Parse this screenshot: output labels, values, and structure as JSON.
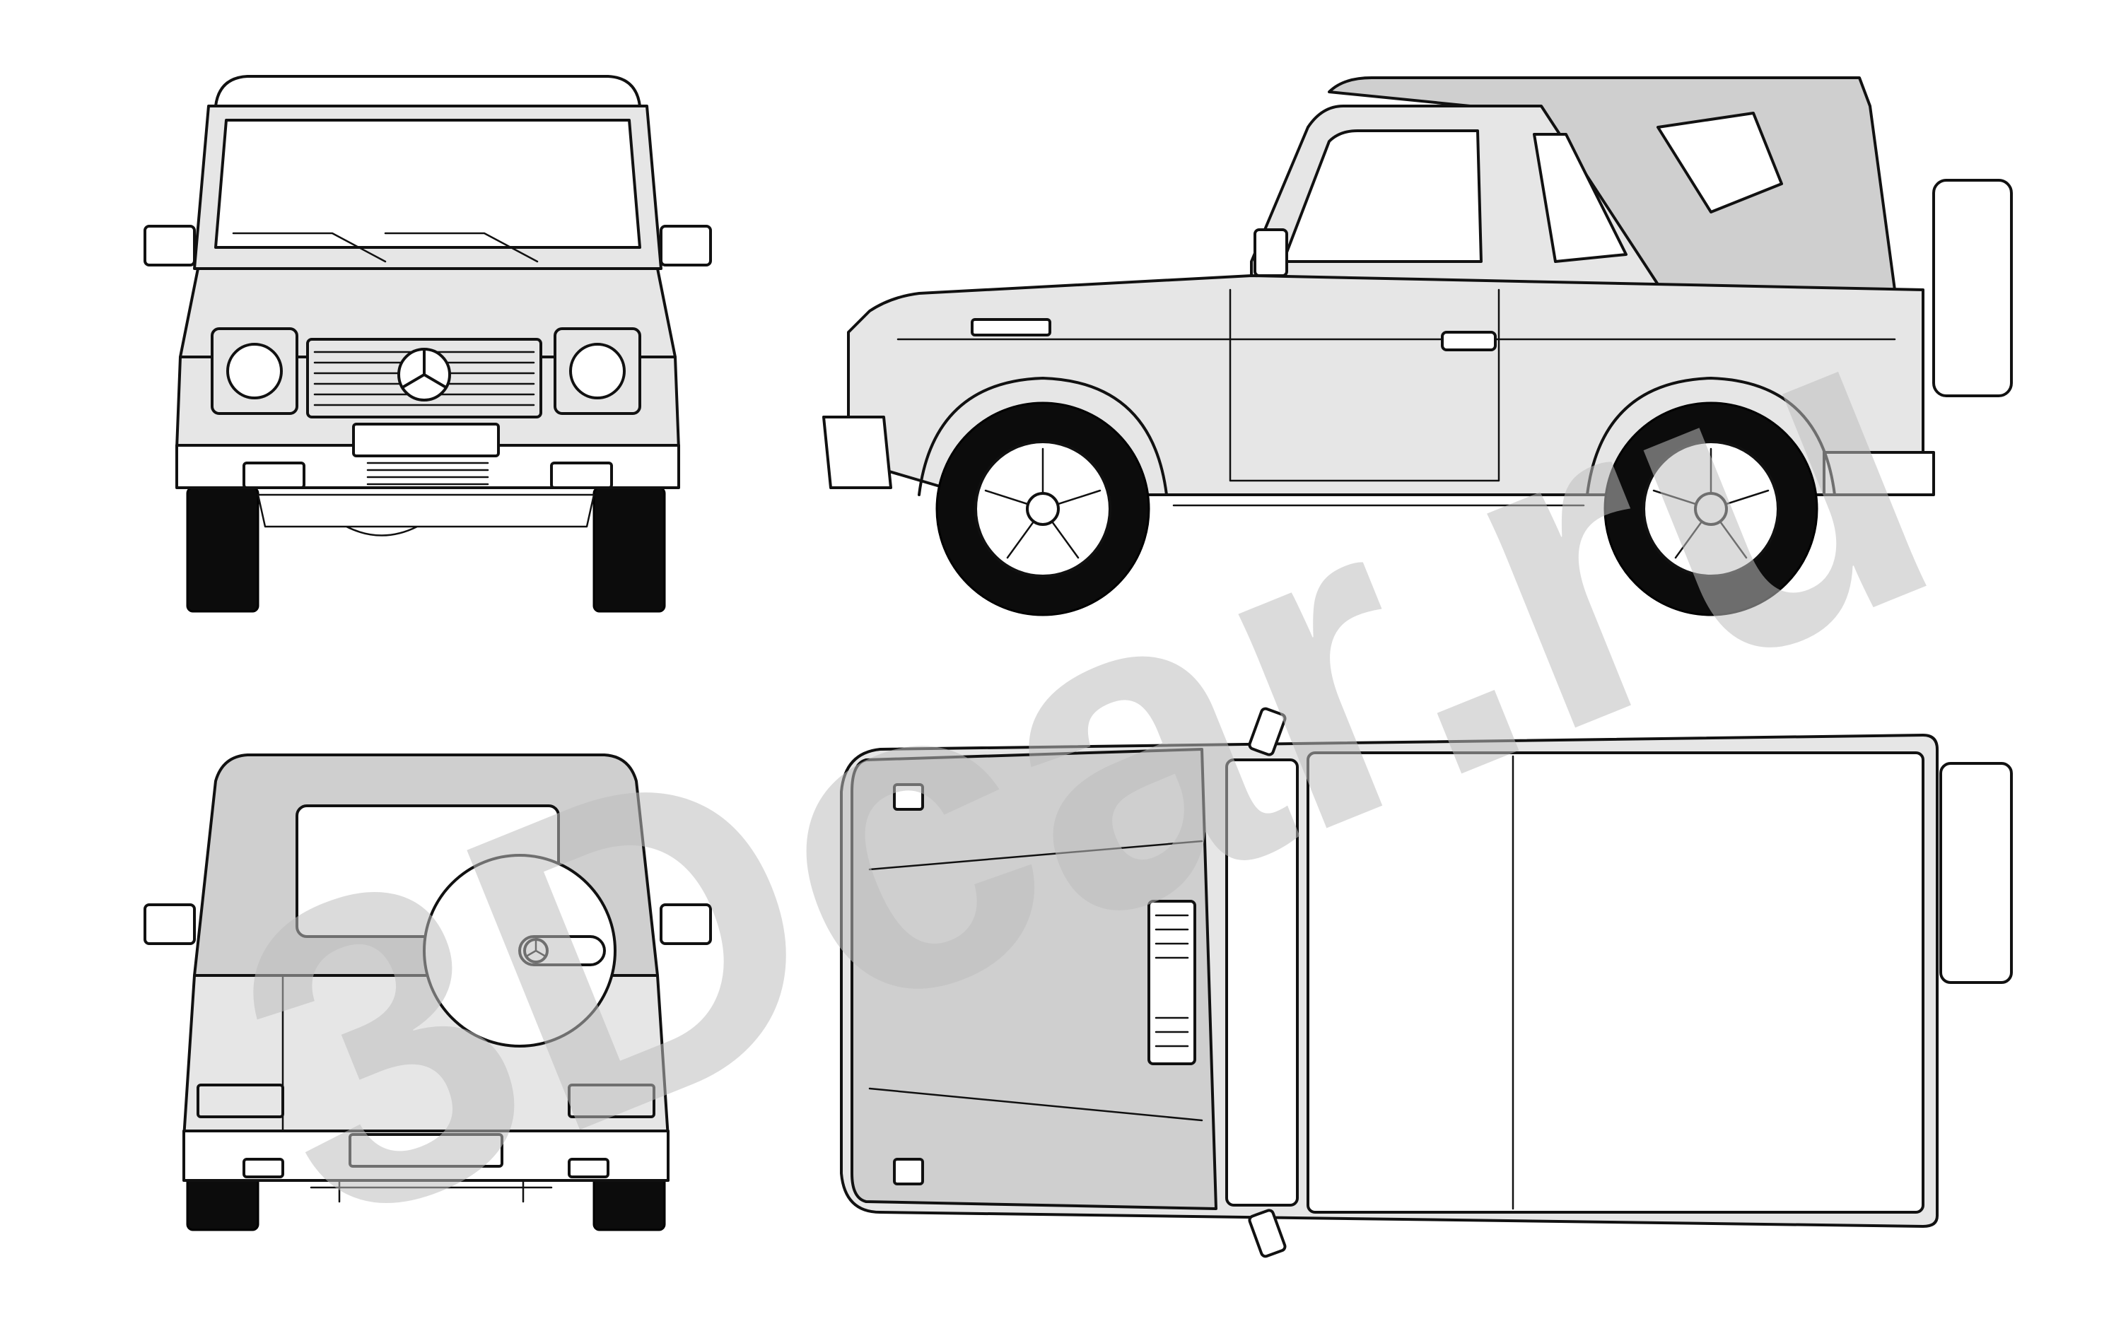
{
  "watermark": {
    "text": "3Dcar.ru",
    "color": "#bdbdbd",
    "opacity": 0.55
  },
  "colors": {
    "outline": "#111111",
    "body_fill": "#e6e6e6",
    "shade_fill": "#cfcfcf",
    "tire": "#0c0c0c",
    "background": "#ffffff"
  },
  "views": [
    {
      "name": "front"
    },
    {
      "name": "side"
    },
    {
      "name": "rear"
    },
    {
      "name": "top"
    }
  ]
}
